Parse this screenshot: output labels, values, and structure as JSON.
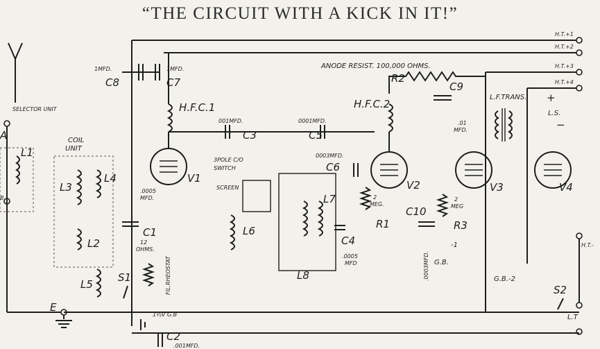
{
  "title": "“THE CIRCUIT WITH A KICK IN IT!”",
  "rails": [
    "H.T.+1",
    "H.T.+2",
    "H.T.+3",
    "H.T.+4",
    "H.T.-"
  ],
  "blocks": {
    "selector_unit": "SELECTOR UNIT",
    "coil_unit": "COIL\nUNIT",
    "switch": "3POLE C/O\nSWITCH",
    "screen": "SCREEN",
    "anode": "ANODE RESIST. 100,000 OHMS."
  },
  "labels": {
    "A": "A",
    "B": "B",
    "E": "E",
    "L1": "L1",
    "L2": "L2",
    "L3": "L3",
    "L4": "L4",
    "L5": "L5",
    "L6": "L6",
    "L7": "L7",
    "L8": "L8",
    "S1": "S1",
    "S2": "S2",
    "C1": "C1",
    "C2": "C2",
    "C3": "C3",
    "C4": "C4",
    "C5": "C5",
    "C6": "C6",
    "C7": "C7",
    "C8": "C8",
    "C9": "C9",
    "C10": "C10",
    "R1": "R1",
    "R2": "R2",
    "R3": "R3",
    "V1": "V1",
    "V2": "V2",
    "V3": "V3",
    "V4": "V4",
    "mfd8": "1MFD.",
    "mfd7": "1MFD.",
    "hfc1": "H.F.C.1",
    "hfc2": "H.F.C.2",
    "c3v": "001MFD.",
    "c5v": "0001MFD.",
    "c6v": "0003MFD.",
    "c1v": ".0005\nMFD.",
    "c4v": ".0005\nMFD",
    "c10v": ".0003MFD.",
    "c9v": ".01\nMFD.",
    "r1v": "2\nMEG.",
    "r3v": "2\nMEG",
    "rheo": "FIL.RHEOSTAT",
    "ohms": "12\nOHMS.",
    "gb": "1½V G.B",
    "c2v": ".001MFD.",
    "lftrans": "L.F.TRANS.",
    "ls": "L.S.",
    "plus": "+",
    "minus": "−",
    "gbr": "G.B.",
    "gb2": "G.B.-2",
    "lt": "L.T",
    "m1": "-1"
  }
}
